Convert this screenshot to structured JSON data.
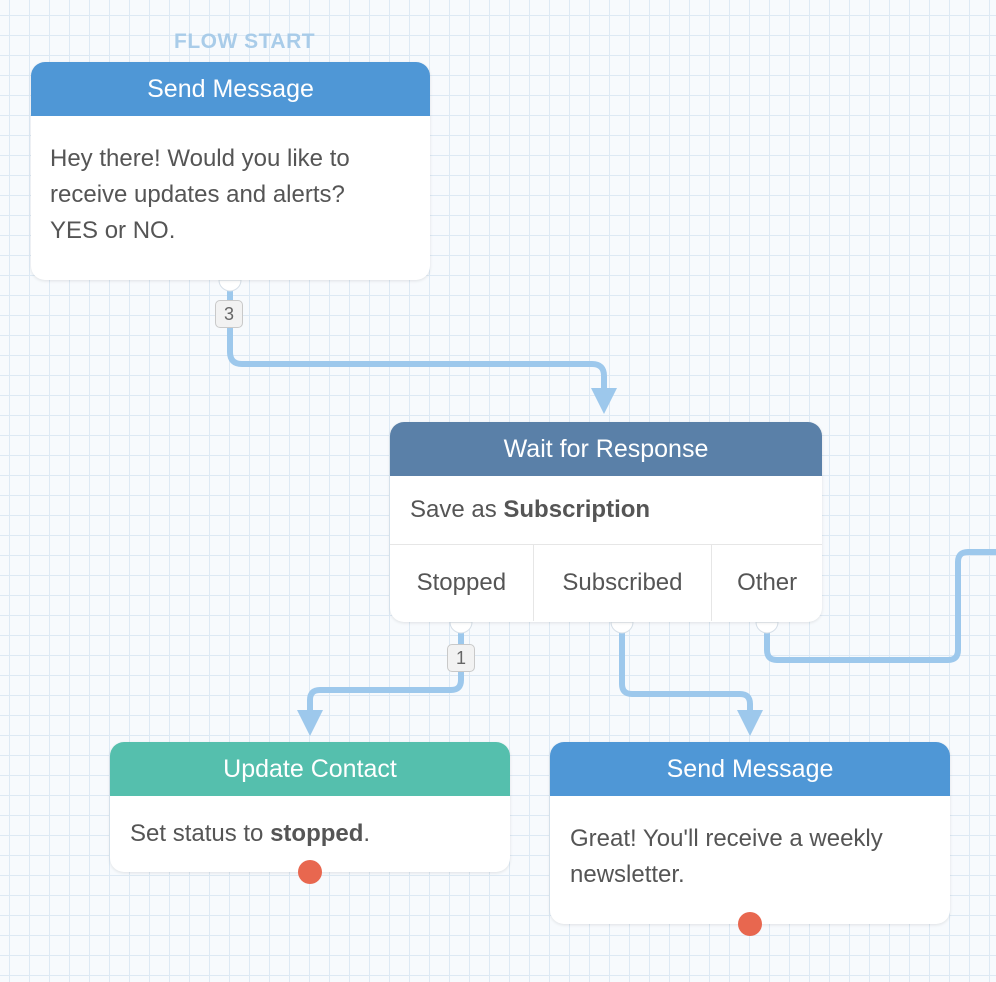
{
  "flow_start_label": "FLOW START",
  "colors": {
    "send_message_header": "#4f97d6",
    "wait_header": "#5a80a8",
    "update_header": "#55bfad",
    "connector": "#9dc8ec",
    "exit_dot": "#e8674f"
  },
  "nodes": {
    "send1": {
      "title": "Send Message",
      "body": "Hey there! Would you like to receive updates and alerts? YES or NO."
    },
    "wait": {
      "title": "Wait for Response",
      "save_prefix": "Save as",
      "save_var": "Subscription",
      "cases": [
        "Stopped",
        "Subscribed",
        "Other"
      ]
    },
    "update": {
      "title": "Update Contact",
      "prefix": "Set status to",
      "value": "stopped",
      "suffix": "."
    },
    "send2": {
      "title": "Send Message",
      "body": "Great! You'll receive a weekly newsletter."
    }
  },
  "badges": {
    "send1_exit_count": "3",
    "stopped_exit_count": "1"
  }
}
